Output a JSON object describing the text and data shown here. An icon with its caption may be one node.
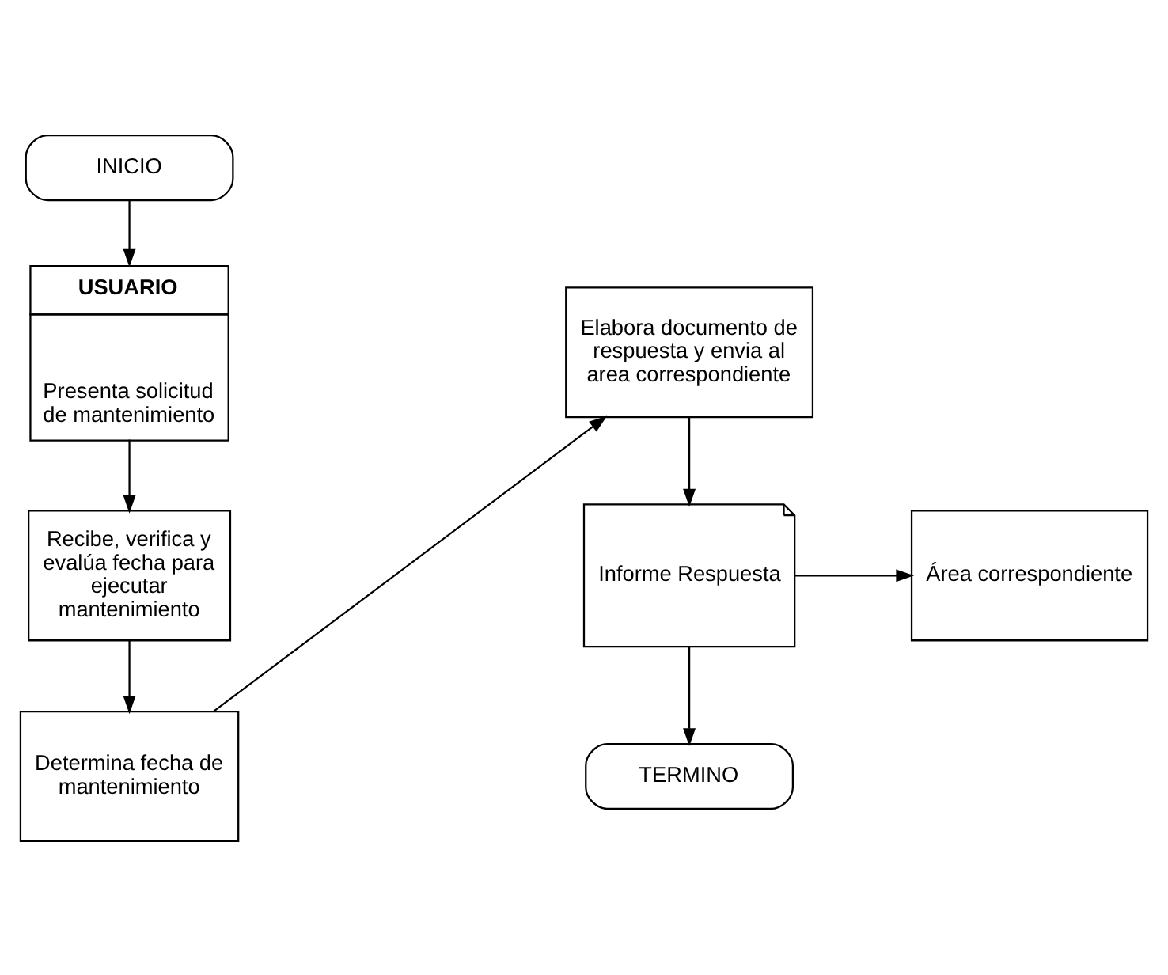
{
  "diagram": {
    "nodes": [
      {
        "text": [
          "INICIO"
        ]
      },
      {
        "text": [
          "USUARIO",
          "Presenta solicitud de mantenimiento"
        ]
      },
      {
        "text": [
          "Recibe, verifica y evalúa fecha para ejecutar mantenimiento"
        ]
      },
      {
        "text": [
          "Determina fecha de mantenimiento"
        ]
      },
      {
        "text": [
          "Elabora documento de respuesta y envia al area correspondiente"
        ]
      },
      {
        "text": [
          "Informe Respuesta"
        ]
      },
      {
        "text": [
          "Área correspondiente"
        ]
      },
      {
        "text": [
          "TERMINO"
        ]
      }
    ],
    "edges": [
      {
        "from": 0,
        "to": 1,
        "arrow": "to"
      },
      {
        "from": 1,
        "to": 2,
        "arrow": "to"
      },
      {
        "from": 2,
        "to": 3,
        "arrow": "to"
      },
      {
        "from": 3,
        "to": 4,
        "arrow": "to"
      },
      {
        "from": 4,
        "to": 5,
        "arrow": "to"
      },
      {
        "from": 5,
        "to": 6,
        "arrow": "to"
      },
      {
        "from": 5,
        "to": 7,
        "arrow": "to"
      }
    ]
  }
}
